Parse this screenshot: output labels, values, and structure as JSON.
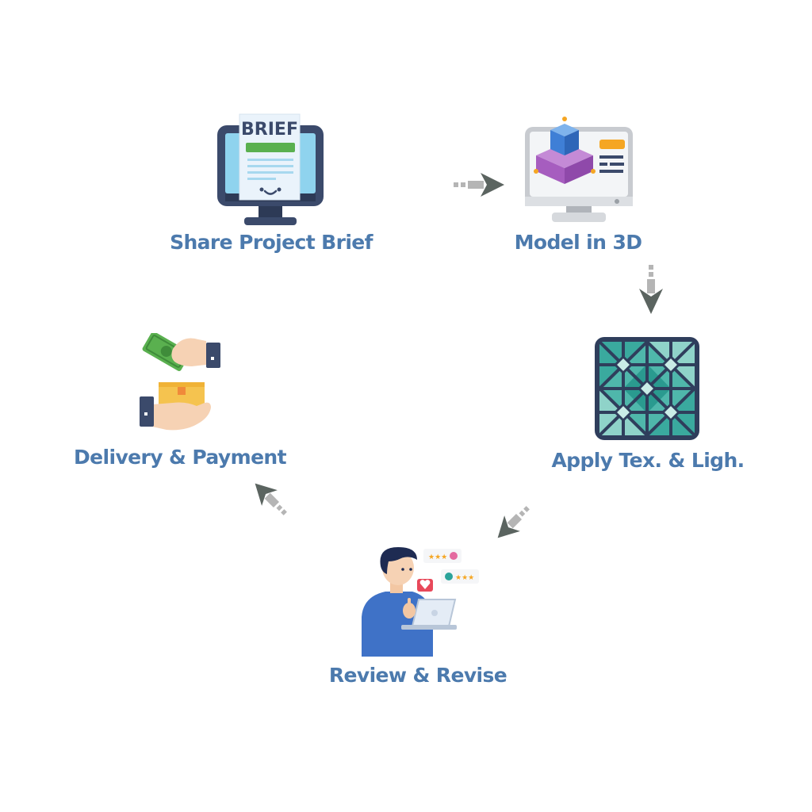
{
  "steps": [
    {
      "id": "brief",
      "label": "Share Project Brief",
      "icon": "brief-monitor-icon",
      "icon_text": "BRIEF"
    },
    {
      "id": "model",
      "label": "Model in 3D",
      "icon": "3d-model-monitor-icon"
    },
    {
      "id": "texture",
      "label": "Apply Tex. & Ligh.",
      "icon": "texture-tile-icon"
    },
    {
      "id": "review",
      "label": "Review & Revise",
      "icon": "reviewer-laptop-icon"
    },
    {
      "id": "delivery",
      "label": "Delivery & Payment",
      "icon": "package-payment-icon"
    }
  ],
  "colors": {
    "label": "#4c7aad",
    "arrow_dark": "#5b6460",
    "arrow_light": "#b5b5b5",
    "monitor_frame": "#3b4a6b",
    "teal": "#2aa39a",
    "purple": "#a65dbf",
    "blue": "#3f7fd6",
    "green": "#5ab04f",
    "orange": "#f5a623"
  }
}
